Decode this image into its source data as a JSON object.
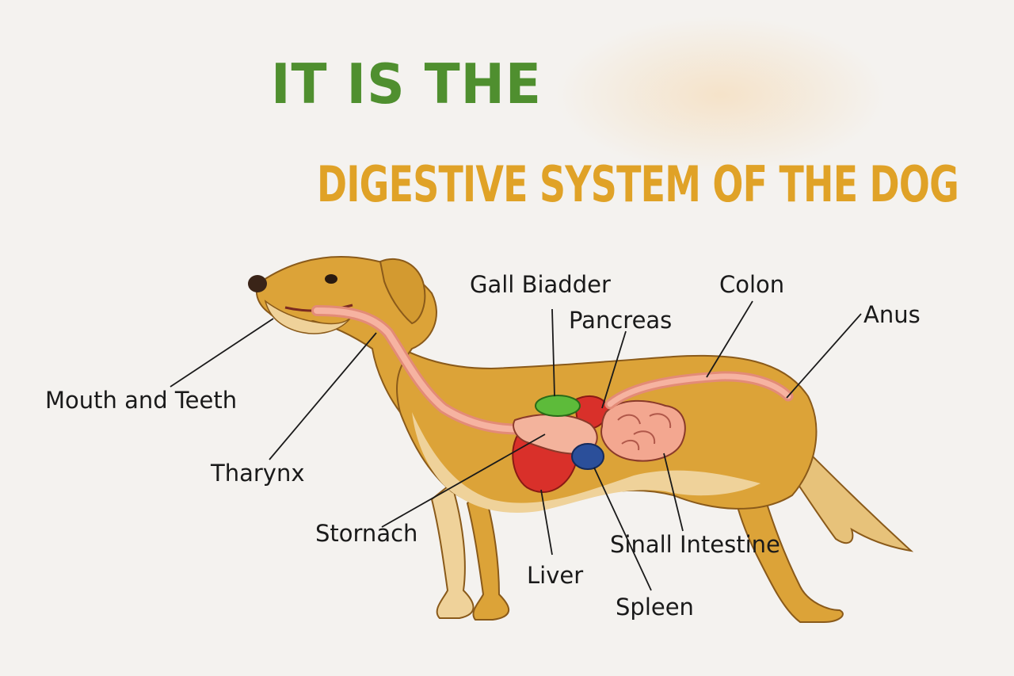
{
  "title": {
    "line1": "IT IS THE",
    "line2": "DIGESTIVE SYSTEM OF THE DOG"
  },
  "labels": {
    "gall_bladder": "Gall Biadder",
    "pancreas": "Pancreas",
    "colon": "Colon",
    "anus": "Anus",
    "mouth_and_teeth": "Mouth and Teeth",
    "pharynx": "Tharynx",
    "stomach": "Stornach",
    "liver": "Liver",
    "small_intestine": "Sinall Intestine",
    "spleen": "Spleen"
  },
  "colors": {
    "title_green": "#4f8f2f",
    "title_gold": "#e0a227",
    "dog_body": "#dca338",
    "dog_belly": "#efd29a",
    "tract": "#f0a892",
    "liver": "#d9302a",
    "gall_bladder": "#5dbb3a",
    "spleen": "#2b4f9a",
    "intestine": "#f3a790"
  }
}
